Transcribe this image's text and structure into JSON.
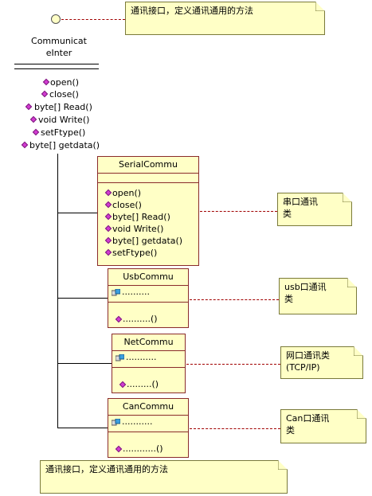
{
  "interface": {
    "name_line1": "Communicat",
    "name_line2": "eInter",
    "operations": [
      "open()",
      "close()",
      "byte[] Read()",
      "void Write()",
      "setFtype()",
      "byte[] getdata()"
    ]
  },
  "notes": {
    "top": "通讯接口，定义通讯通用的方法",
    "bottom": "通讯接口，定义通讯通用的方法",
    "serial_line1": "串口通讯",
    "serial_line2": "类",
    "usb_line1": "usb口通讯",
    "usb_line2": "类",
    "net_line1": "网口通讯类",
    "net_line2": "(TCP/IP)",
    "can_line1": "Can口通讯",
    "can_line2": "类"
  },
  "classes": {
    "serial": {
      "name": "SerialCommu",
      "operations": [
        "open()",
        "close()",
        "byte[] Read()",
        "void Write()",
        "byte[] getdata()",
        "setFtype()"
      ]
    },
    "usb": {
      "name": "UsbCommu",
      "attribute": "..........",
      "operation": "..........()"
    },
    "net": {
      "name": "NetCommu",
      "attribute": "...........",
      "operation": ".........()"
    },
    "can": {
      "name": "CanCommu",
      "attribute": "...........",
      "operation": "............()"
    }
  }
}
